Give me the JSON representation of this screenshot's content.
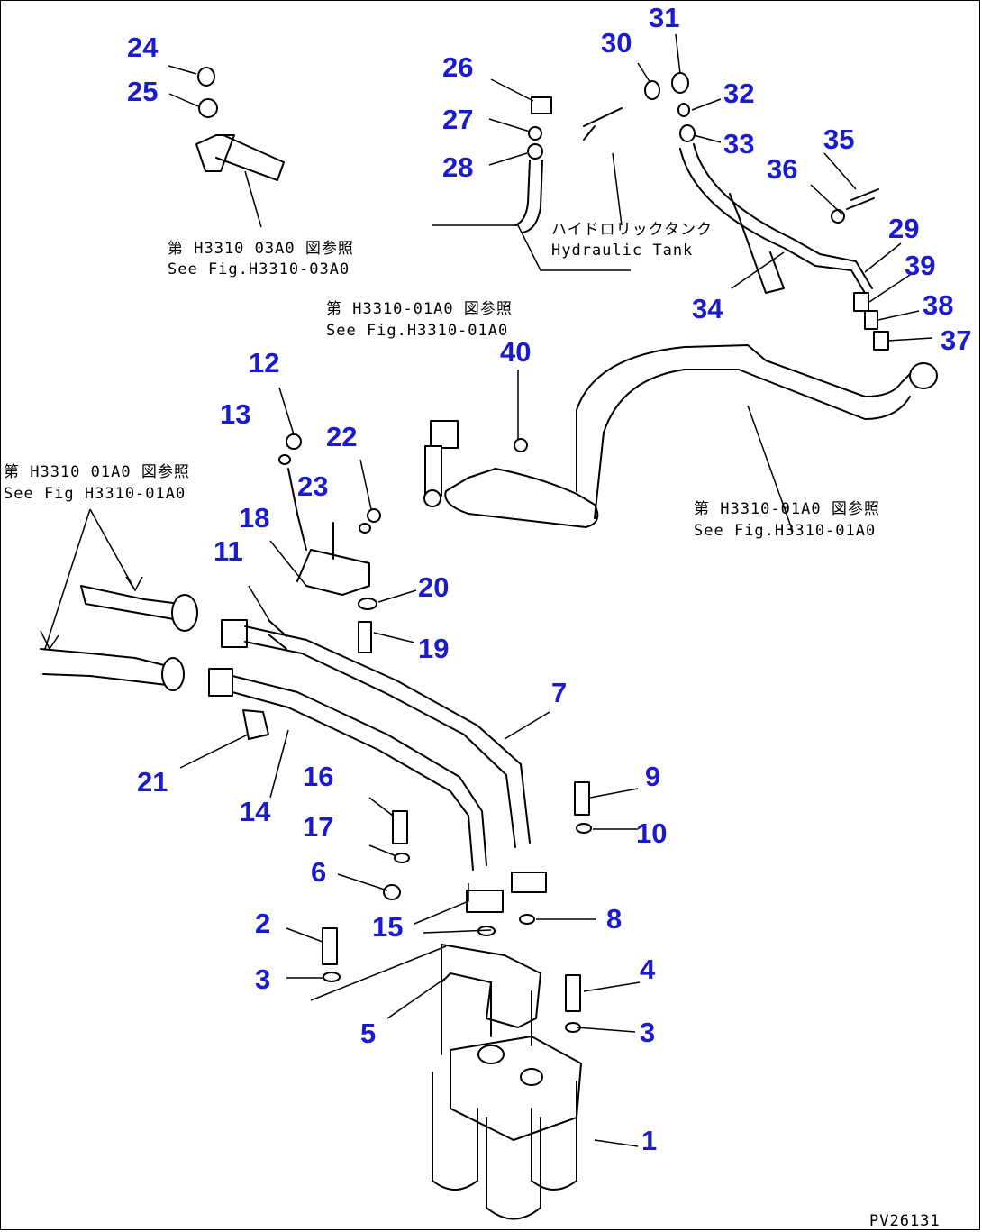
{
  "drawing_code": "PV26131",
  "parts": [
    {
      "no": "1"
    },
    {
      "no": "2"
    },
    {
      "no": "3"
    },
    {
      "no": "3"
    },
    {
      "no": "4"
    },
    {
      "no": "5"
    },
    {
      "no": "6"
    },
    {
      "no": "7"
    },
    {
      "no": "8"
    },
    {
      "no": "9"
    },
    {
      "no": "10"
    },
    {
      "no": "11"
    },
    {
      "no": "12"
    },
    {
      "no": "13"
    },
    {
      "no": "14"
    },
    {
      "no": "15"
    },
    {
      "no": "16"
    },
    {
      "no": "17"
    },
    {
      "no": "18"
    },
    {
      "no": "19"
    },
    {
      "no": "20"
    },
    {
      "no": "21"
    },
    {
      "no": "22"
    },
    {
      "no": "23"
    },
    {
      "no": "24"
    },
    {
      "no": "25"
    },
    {
      "no": "26"
    },
    {
      "no": "27"
    },
    {
      "no": "28"
    },
    {
      "no": "29"
    },
    {
      "no": "30"
    },
    {
      "no": "31"
    },
    {
      "no": "32"
    },
    {
      "no": "33"
    },
    {
      "no": "34"
    },
    {
      "no": "35"
    },
    {
      "no": "36"
    },
    {
      "no": "37"
    },
    {
      "no": "38"
    },
    {
      "no": "39"
    },
    {
      "no": "40"
    }
  ],
  "references": {
    "fig_03a0_jp": "第 H3310 03A0 図参照",
    "fig_03a0_en": "See Fig.H3310-03A0",
    "fig_01a0_top_jp": "第 H3310-01A0 図参照",
    "fig_01a0_top_en": "See Fig.H3310-01A0",
    "fig_01a0_left_jp": "第 H3310 01A0 図参照",
    "fig_01a0_left_en": "See Fig H3310-01A0",
    "fig_01a0_right_jp": "第 H3310-01A0 図参照",
    "fig_01a0_right_en": "See Fig.H3310-01A0",
    "tank_jp": "ハイドロリックタンク",
    "tank_en": "Hydraulic Tank"
  }
}
